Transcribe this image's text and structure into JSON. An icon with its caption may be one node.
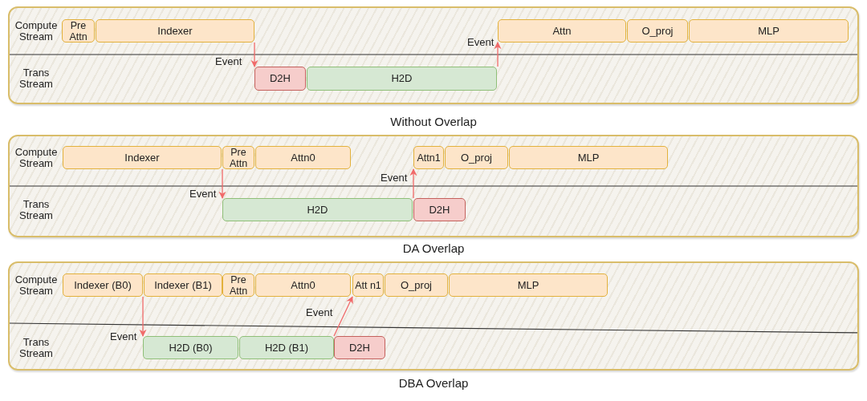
{
  "diagram": {
    "nodes": [
      {
        "text": [
          "Compute Stream",
          "Trans Stream"
        ],
        "beside": [
          "Without Overlap"
        ]
      },
      {
        "text": [
          "Pre Attn"
        ],
        "in": 0
      },
      {
        "text": [
          "Indexer"
        ],
        "in": 0
      },
      {
        "text": [
          "Attn"
        ],
        "in": 0
      },
      {
        "text": [
          "O_proj"
        ],
        "in": 0
      },
      {
        "text": [
          "MLP"
        ],
        "in": 0
      },
      {
        "text": [
          "D2H"
        ],
        "in": 0
      },
      {
        "text": [
          "H2D"
        ],
        "in": 0
      },
      {
        "text": [
          "Compute Stream",
          "Trans Stream"
        ],
        "beside": [
          "DA Overlap"
        ]
      },
      {
        "text": [
          "Indexer"
        ],
        "in": 8
      },
      {
        "text": [
          "Pre Attn"
        ],
        "in": 8
      },
      {
        "text": [
          "Attn0"
        ],
        "in": 8
      },
      {
        "text": [
          "Attn1"
        ],
        "in": 8
      },
      {
        "text": [
          "O_proj"
        ],
        "in": 8
      },
      {
        "text": [
          "MLP"
        ],
        "in": 8
      },
      {
        "text": [
          "H2D"
        ],
        "in": 8
      },
      {
        "text": [
          "D2H"
        ],
        "in": 8
      },
      {
        "text": [
          "Compute Stream",
          "Trans Stream"
        ],
        "beside": [
          "DBA Overlap"
        ]
      },
      {
        "text": [
          "Indexer (B0)"
        ],
        "in": 17
      },
      {
        "text": [
          "Indexer (B1)"
        ],
        "in": 17
      },
      {
        "text": [
          "Pre Attn"
        ],
        "in": 17
      },
      {
        "text": [
          "Attn0"
        ],
        "in": 17
      },
      {
        "text": [
          "Att n1"
        ],
        "in": 17
      },
      {
        "text": [
          "O_proj"
        ],
        "in": 17
      },
      {
        "text": [
          "MLP"
        ],
        "in": 17
      },
      {
        "text": [
          "H2D (B0)"
        ],
        "in": 17
      },
      {
        "text": [
          "H2D (B1)"
        ],
        "in": 17
      },
      {
        "text": [
          "D2H"
        ],
        "in": 17
      }
    ],
    "edges": [
      {
        "from": 2,
        "to": 6,
        "arrow": "to",
        "label": "Event"
      },
      {
        "from": 7,
        "to": 3,
        "arrow": "to",
        "label": "Event"
      },
      {
        "from": 9,
        "to": 15,
        "arrow": "to",
        "label": "Event"
      },
      {
        "from": 15,
        "to": 12,
        "arrow": "to",
        "label": "Event"
      },
      {
        "from": 18,
        "to": 25,
        "arrow": "to",
        "label": "Event"
      },
      {
        "from": 26,
        "to": 22,
        "arrow": "to",
        "label": "Event"
      }
    ]
  }
}
